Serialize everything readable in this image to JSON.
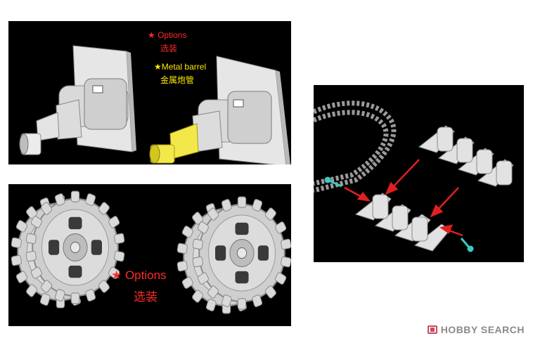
{
  "panels": {
    "barrel": {
      "options_label": "★ Options",
      "options_label_cn": "选装",
      "metal_label": "★Metal barrel",
      "metal_label_cn": "金属炮管"
    },
    "sprocket": {
      "options_label": "★  Options",
      "options_label_cn": "选装"
    },
    "tracks": {}
  },
  "watermark": {
    "text": "HOBBY SEARCH"
  },
  "colors": {
    "background": "#000000",
    "label_red": "#ff2a2a",
    "label_yellow": "#ffe600",
    "part_grey": "#d8d8d8",
    "metal_barrel": "#f2e84a",
    "arrow_red": "#e02020",
    "pin_teal": "#3ec9c0"
  }
}
